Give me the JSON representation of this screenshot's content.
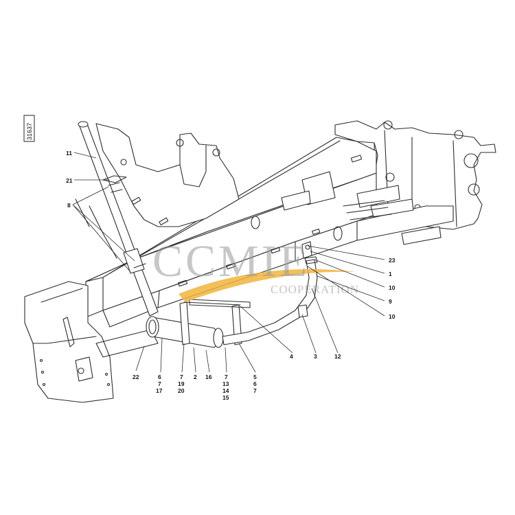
{
  "figure_id": "31637",
  "watermark": {
    "main": "CCMIE",
    "sub": "COOPERATION",
    "swoosh_color": "#f0b43c"
  },
  "callouts": {
    "c11": "11",
    "c21": "21",
    "c8": "8",
    "c23": "23",
    "c1": "1",
    "c10a": "10",
    "c9": "9",
    "c10b": "10",
    "c4": "4",
    "c3": "3",
    "c12": "12",
    "c22": "22",
    "c6_7_17": [
      "6",
      "7",
      "17"
    ],
    "c7_19_20": [
      "7",
      "19",
      "20"
    ],
    "c2": "2",
    "c16": "16",
    "c7_13_14_15": [
      "7",
      "13",
      "14",
      "15"
    ],
    "c5_6_7": [
      "5",
      "6",
      "7"
    ]
  }
}
